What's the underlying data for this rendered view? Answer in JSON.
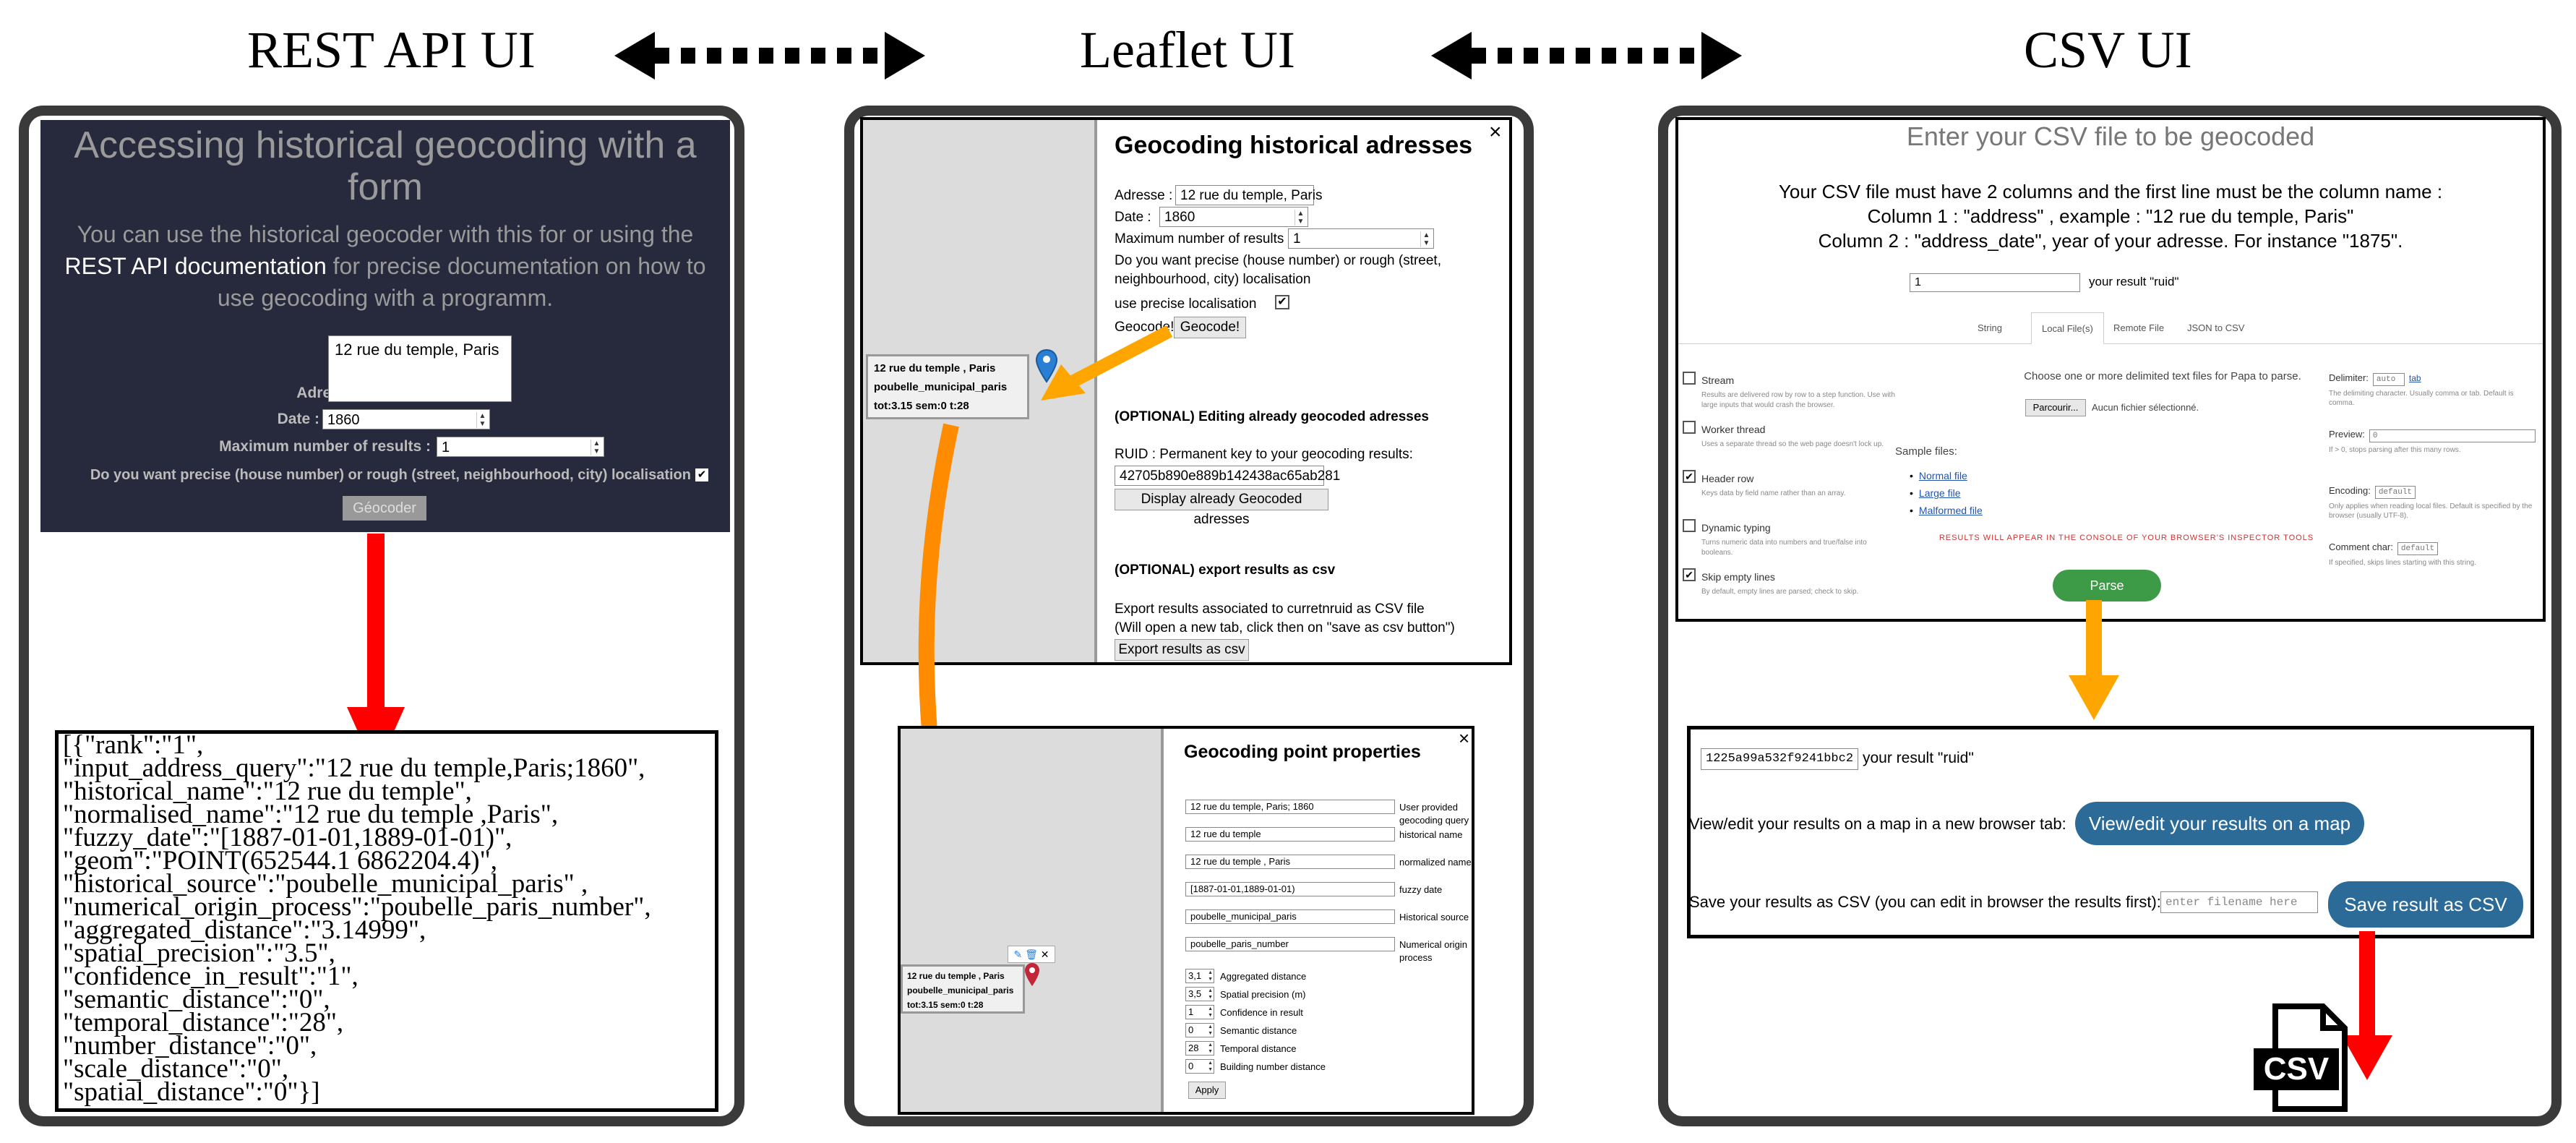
{
  "headers": {
    "rest": "REST API UI",
    "leaflet": "Leaflet UI",
    "csv": "CSV UI"
  },
  "rest": {
    "title": "Accessing historical geocoding with a form",
    "intro_pre": "You can use the historical geocoder with this for or using the",
    "intro_link": "REST API documentation",
    "intro_post": "for precise documentation on how to use geocoding with a programm.",
    "adresse_label": "Adresse :",
    "adresse_value": "12 rue du temple, Paris",
    "date_label": "Date :",
    "date_value": "1860",
    "maxres_label": "Maximum number of results :",
    "maxres_value": "1",
    "precise_label": "Do you want precise (house number) or rough (street, neighbourhood, city) localisation",
    "button": "Géocoder",
    "result_lines": [
      "[{\"rank\":\"1\",",
      "\"input_address_query\":\"12 rue du temple,Paris;1860\",",
      "\"historical_name\":\"12 rue du temple\",",
      "\"normalised_name\":\"12 rue du temple ,Paris\",",
      "\"fuzzy_date\":\"[1887-01-01,1889-01-01)\",",
      "\"geom\":\"POINT(652544.1 6862204.4)\",",
      "\"historical_source\":\"poubelle_municipal_paris\" ,",
      "\"numerical_origin_process\":\"poubelle_paris_number\",",
      "\"aggregated_distance\":\"3.14999\",",
      "\"spatial_precision\":\"3.5\",",
      "\"confidence_in_result\":\"1\",",
      "\"semantic_distance\":\"0\",",
      "\"temporal_distance\":\"28\",",
      "\"number_distance\":\"0\",",
      "\"scale_distance\":\"0\",",
      "\"spatial_distance\":\"0\"}]"
    ]
  },
  "leaflet": {
    "form": {
      "title": "Geocoding historical adresses",
      "close": "×",
      "adresse_label": "Adresse :",
      "adresse_value": "12 rue du temple, Paris",
      "date_label": "Date :",
      "date_value": "1860",
      "maxres_label": "Maximum number of results :",
      "maxres_value": "1",
      "precise_q": "Do you want precise (house number) or rough (street, neighbourhood, city) localisation",
      "use_precise": "use precise localisation",
      "geocode_label": "Geocode!",
      "geocode_btn": "Geocode!",
      "optional_edit": "(OPTIONAL) Editing already geocoded adresses",
      "ruid_label": "RUID : Permanent key to your geocoding results:",
      "ruid_value": "42705b890e889b142438ac65ab281",
      "display_btn": "Display already Geocoded adresses",
      "optional_export": "(OPTIONAL) export results as csv",
      "export_text1": "Export results associated to curretnruid as CSV file",
      "export_text2": "(Will open a new tab, click then on \"save as csv button\")",
      "export_btn": "Export results as csv"
    },
    "popup": {
      "line1": "12 rue du temple , Paris",
      "line2": "poubelle_municipal_paris",
      "line3": "tot:3.15 sem:0 t:28"
    },
    "props": {
      "title": "Geocoding point properties",
      "close": "×",
      "rows": [
        {
          "value": "12 rue du temple, Paris; 1860",
          "label": "User provided geocoding query"
        },
        {
          "value": "12 rue du temple",
          "label": "historical name"
        },
        {
          "value": "12 rue du temple , Paris",
          "label": "normalized name"
        },
        {
          "value": "[1887-01-01,1889-01-01)",
          "label": "fuzzy date"
        },
        {
          "value": "poubelle_municipal_paris",
          "label": "Historical source"
        },
        {
          "value": "poubelle_paris_number",
          "label": "Numerical origin process"
        }
      ],
      "num_rows": [
        {
          "value": "3,1",
          "label": "Aggregated distance"
        },
        {
          "value": "3,5",
          "label": "Spatial precision (m)"
        },
        {
          "value": "1",
          "label": "Confidence in result"
        },
        {
          "value": "0",
          "label": "Semantic distance"
        },
        {
          "value": "28",
          "label": "Temporal distance"
        },
        {
          "value": "0",
          "label": "Building number distance"
        }
      ],
      "apply": "Apply"
    }
  },
  "csv": {
    "title": "Enter your CSV file to be geocoded",
    "desc1": "Your CSV file must have 2 columns and the first line must be the column name :",
    "desc2": "Column 1 : \"address\" , example : \"12 rue du temple, Paris\"",
    "desc3": "Column 2 : \"address_date\", year of your adresse. For instance \"1875\".",
    "ruid_input": "1",
    "ruid_label": "your result \"ruid\"",
    "tabs": [
      "String",
      "Local File(s)",
      "Remote File",
      "JSON to CSV"
    ],
    "left_opts": [
      {
        "label": "Stream",
        "desc": "Results are delivered row by row to a step function. Use with large inputs that would crash the browser.",
        "checked": false
      },
      {
        "label": "Worker thread",
        "desc": "Uses a separate thread so the web page doesn't lock up.",
        "checked": false
      },
      {
        "label": "Header row",
        "desc": "Keys data by field name rather than an array.",
        "checked": true
      },
      {
        "label": "Dynamic typing",
        "desc": "Turns numeric data into numbers and true/false into booleans.",
        "checked": false
      },
      {
        "label": "Skip empty lines",
        "desc": "By default, empty lines are parsed; check to skip.",
        "checked": true
      }
    ],
    "choose": "Choose one or more delimited text files for Papa to parse.",
    "browse": "Parcourir...",
    "nofile": "Aucun fichier sélectionné.",
    "samples_label": "Sample files:",
    "samples": [
      "Normal file",
      "Large file",
      "Malformed file"
    ],
    "console_msg": "RESULTS WILL APPEAR IN THE CONSOLE OF YOUR BROWSER'S INSPECTOR TOOLS",
    "parse": "Parse",
    "right_opts": [
      {
        "label": "Delimiter:",
        "value": "auto",
        "extra": "tab",
        "desc": "The delimiting character. Usually comma or tab. Default is comma."
      },
      {
        "label": "Preview:",
        "value": "0",
        "extra": "",
        "desc": "If > 0, stops parsing after this many rows."
      },
      {
        "label": "Encoding:",
        "value": "default",
        "extra": "",
        "desc": "Only applies when reading local files. Default is specified by the browser (usually UTF-8)."
      },
      {
        "label": "Comment char:",
        "value": "default",
        "extra": "",
        "desc": "If specified, skips lines starting with this string."
      }
    ],
    "result": {
      "ruid_value": "1225a99a532f9241bbc2",
      "ruid_label": "your result \"ruid\"",
      "view_text": "View/edit your results on a map in a new browser tab:",
      "view_btn": "View/edit your results on a map",
      "save_text": "Save your results as CSV (you can edit in browser the results first):",
      "filename_placeholder": "enter filename here",
      "save_btn": "Save result as CSV"
    },
    "csv_icon_text": "CSV"
  },
  "colors": {
    "red_arrow": "#ff0000",
    "orange_arrow": "#ff8c00",
    "yellow_arrow": "#ffa500",
    "panel_border": "#3a3a3a",
    "dark_bg": "#272a3d",
    "blue_btn": "#2c6a98",
    "green_btn": "#3d9a46"
  }
}
